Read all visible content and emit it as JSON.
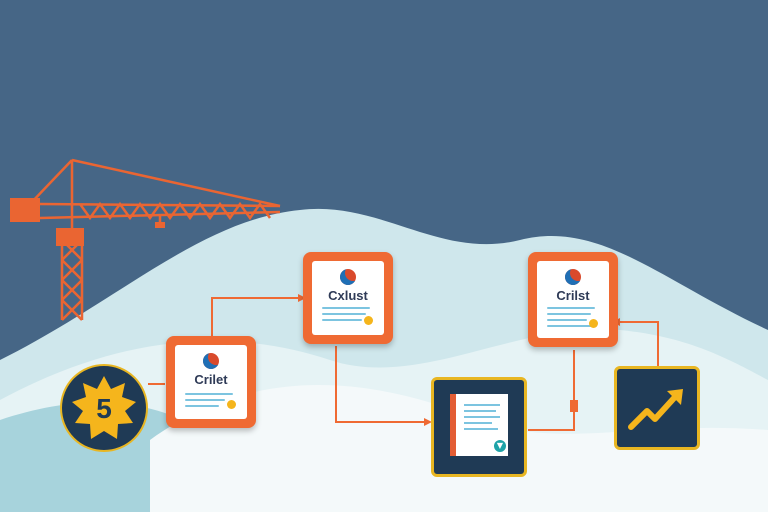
{
  "scene": {
    "background_color": "#466686",
    "accent_color": "#ef6a33",
    "tile_color": "#1f3a55",
    "tile_border_color": "#e8b622"
  },
  "badge": {
    "number": "5",
    "icon": "starburst-badge-icon"
  },
  "cards": [
    {
      "title": "Crilet",
      "icon": "globe-logo-icon"
    },
    {
      "title": "Cxlust",
      "icon": "globe-logo-icon"
    },
    {
      "title": "Crilst",
      "icon": "globe-logo-icon"
    }
  ],
  "document_tile": {
    "icon": "document-icon"
  },
  "growth_tile": {
    "icon": "trend-up-arrow-icon"
  },
  "crane": {
    "icon": "construction-crane-icon"
  }
}
